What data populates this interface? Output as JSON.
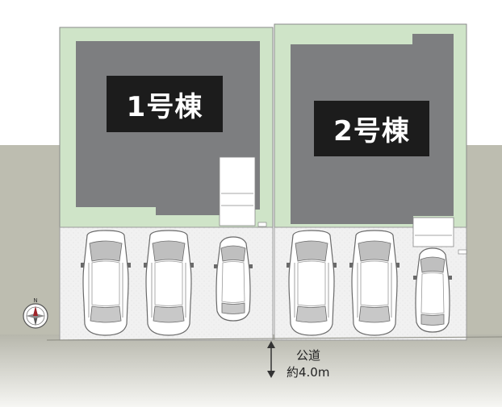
{
  "lots": [
    {
      "label": "1号棟"
    },
    {
      "label": "2号棟"
    }
  ],
  "road": {
    "name": "公道",
    "width": "約4.0m"
  },
  "compass": {
    "north_letter": "N",
    "icon": "compass-icon"
  },
  "colors": {
    "lot_green": "#cfe4c8",
    "building_gray": "#7d7e80",
    "parking_white": "#f3f3f3",
    "ground_gray": "#bdbdb0",
    "label_bg": "#1c1c1c"
  }
}
